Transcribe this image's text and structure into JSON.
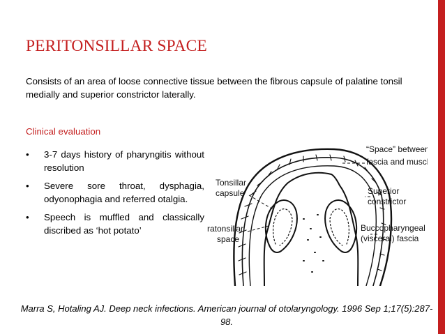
{
  "slide": {
    "title": "PERITONSILLAR SPACE",
    "intro": "Consists of an area of loose connective tissue between the fibrous capsule of palatine tonsil medially and superior constrictor laterally.",
    "section_heading": "Clinical evaluation",
    "bullet_glyph": "•",
    "bullets": [
      "3-7 days history of pharyngitis without resolution",
      "Severe sore throat, dysphagia, odyonophagia and referred otalgia.",
      "Speech is muffled and classically discribed as ‘hot potato’"
    ],
    "citation": "Marra S, Hotaling AJ. Deep neck infections. American journal of otolaryngology. 1996 Sep 1;17(5):287-98."
  },
  "diagram": {
    "labels": {
      "tonsillar_capsule_l1": "Tonsillar",
      "tonsillar_capsule_l2": "capsule",
      "peritonsillar_l1": "ratonsillar",
      "peritonsillar_l2": "space",
      "space_between_l1": "“Space” between",
      "space_between_l2": "fascia and muscle",
      "superior_l1": "Superior",
      "superior_l2": "constrictor",
      "bucco_l1": "Buccopharyngeal",
      "bucco_l2": "(visceral) fascia"
    }
  },
  "colors": {
    "accent": "#c41f1f",
    "text": "#000000"
  }
}
